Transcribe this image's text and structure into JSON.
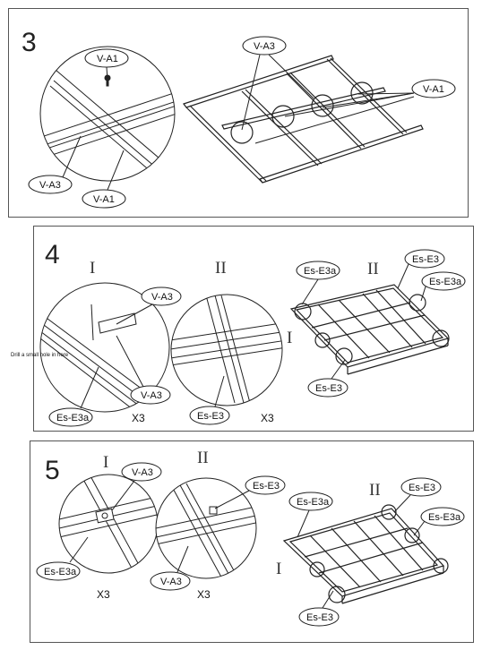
{
  "panel3": {
    "step": "3",
    "labels": {
      "va1_top": "V-A1",
      "va3_left": "V-A3",
      "va1_bottom": "V-A1",
      "va3_top": "V-A3",
      "va1_right": "V-A1"
    }
  },
  "panel4": {
    "step": "4",
    "roman_i": "I",
    "roman_ii": "II",
    "roman_ii_right": "II",
    "roman_i_right": "I",
    "labels": {
      "va3_top": "V-A3",
      "va3_bottom": "V-A3",
      "ese3a_left": "Es-E3a",
      "ese3_mid": "Es-E3",
      "ese3a_right_top": "Es-E3a",
      "ese3_right_top": "Es-E3",
      "ese3a_right_mid": "Es-E3a",
      "ese3_right_bottom": "Es-E3"
    },
    "note": "Drill a small hole in here",
    "x3_left": "X3",
    "x3_right": "X3"
  },
  "panel5": {
    "step": "5",
    "roman_i": "I",
    "roman_ii": "II",
    "roman_ii_right": "II",
    "roman_i_right": "I",
    "labels": {
      "va3_top": "V-A3",
      "ese3a_left": "Es-E3a",
      "ese3_top": "Es-E3",
      "va3_bottom": "V-A3",
      "ese3a_right": "Es-E3a",
      "ese3_right_top": "Es-E3",
      "ese3a_right_mid": "Es-E3a",
      "ese3_right_bottom": "Es-E3"
    },
    "x3_left": "X3",
    "x3_right": "X3"
  }
}
